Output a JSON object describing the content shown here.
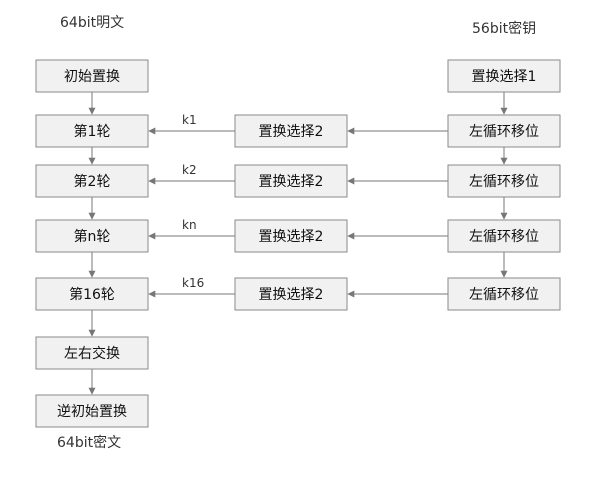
{
  "captions": {
    "plaintext": "64bit明文",
    "key": "56bit密钥",
    "ciphertext": "64bit密文"
  },
  "colors": {
    "box_fill": "#f1f1f1",
    "box_stroke": "#8a8a8a",
    "arrow": "#777777",
    "text": "#111111"
  },
  "left_column": {
    "initial_permutation": "初始置换",
    "round_1": "第1轮",
    "round_2": "第2轮",
    "round_n": "第n轮",
    "round_16": "第16轮",
    "swap": "左右交换",
    "inverse_permutation": "逆初始置换"
  },
  "middle_column": {
    "pc2_round_1": "置换选择2",
    "pc2_round_2": "置换选择2",
    "pc2_round_n": "置换选择2",
    "pc2_round_16": "置换选择2"
  },
  "right_column": {
    "pc1": "置换选择1",
    "shift_round_1": "左循环移位",
    "shift_round_2": "左循环移位",
    "shift_round_n": "左循环移位",
    "shift_round_16": "左循环移位"
  },
  "subkeys": {
    "round_1": "k1",
    "round_2": "k2",
    "round_n": "kn",
    "round_16": "k16"
  }
}
